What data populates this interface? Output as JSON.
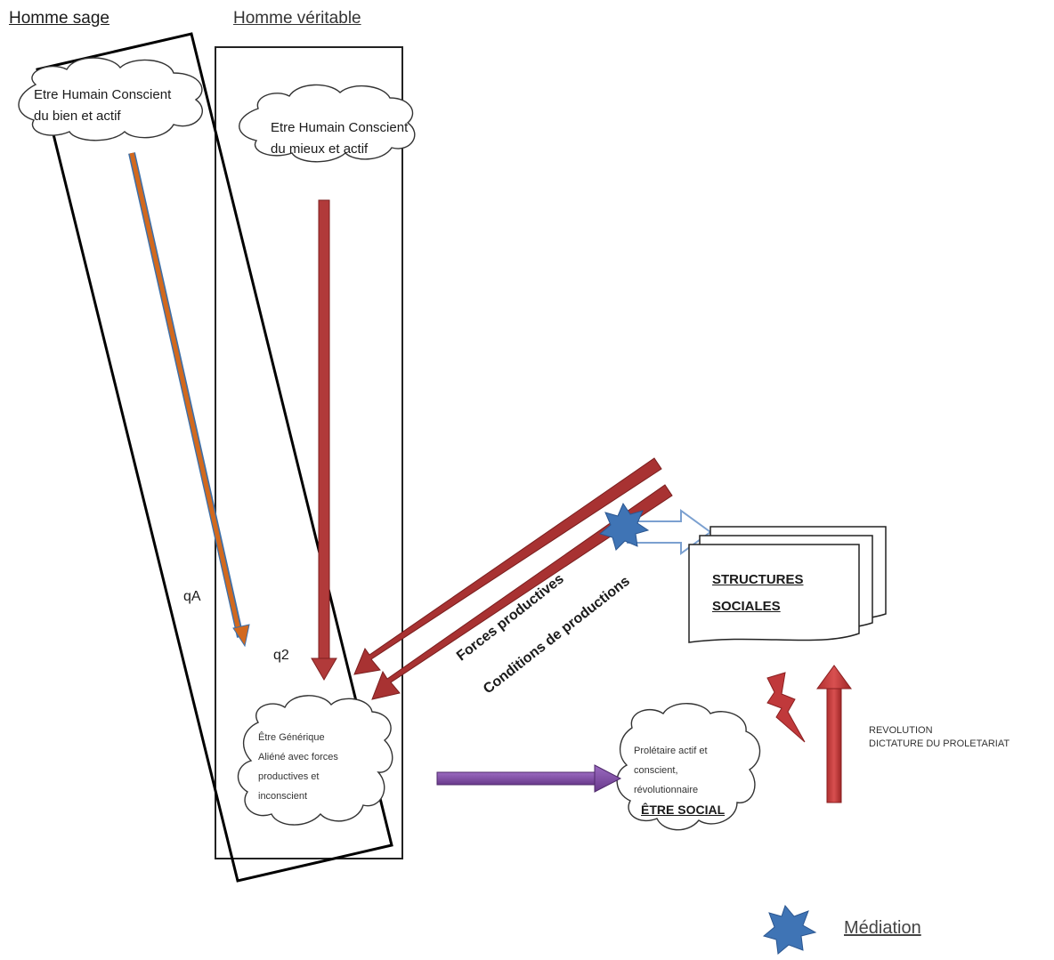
{
  "titles": {
    "homme_sage": "Homme sage",
    "homme_veritable": "Homme véritable"
  },
  "clouds": {
    "sage": [
      "Etre Humain Conscient",
      "du bien et actif"
    ],
    "veritable": [
      "Etre Humain Conscient",
      "du mieux et actif"
    ],
    "generique": [
      "Être Générique",
      "Aliéné avec forces",
      "productives et",
      "inconscient"
    ],
    "proletaire": [
      "Prolétaire actif et",
      "conscient,",
      "révolutionnaire"
    ],
    "etre_social": "ÊTRE SOCIAL"
  },
  "labels": {
    "qA": "qA",
    "q2": "q2",
    "forces_productives": "Forces productives",
    "conditions": "Conditions  de productions",
    "structures_line1": "STRUCTURES",
    "structures_line2": "SOCIALES",
    "revolution_line1": "REVOLUTION",
    "revolution_line2": "DICTATURE DU PROLETARIAT",
    "mediation": "Médiation"
  },
  "colors": {
    "dark_red": "#9e2f2f",
    "orange": "#d2691e",
    "blue_outline": "#3d6fa8",
    "purple": "#7b4a9c",
    "star_blue": "#3f74b5",
    "red_arrow": "#c0393b"
  }
}
